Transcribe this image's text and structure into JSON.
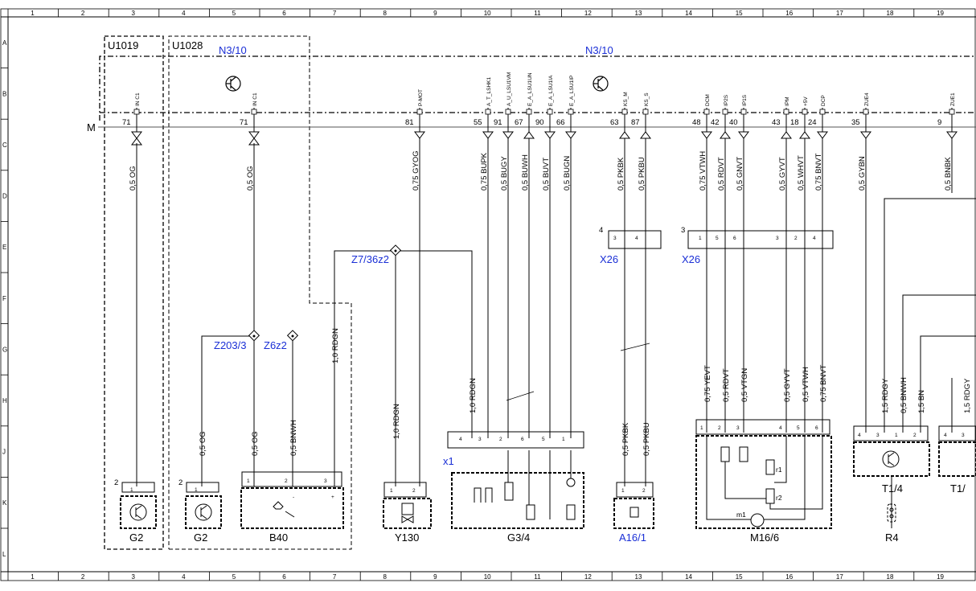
{
  "ruler_columns": [
    "1",
    "2",
    "3",
    "4",
    "5",
    "6",
    "7",
    "8",
    "9",
    "10",
    "11",
    "12",
    "13",
    "14",
    "15",
    "16",
    "17",
    "18",
    "19"
  ],
  "ruler_rows": [
    "A",
    "B",
    "C",
    "D",
    "E",
    "F",
    "G",
    "H",
    "J",
    "K",
    "L"
  ],
  "bus_label": "M",
  "module_labels": {
    "u1019": "U1019",
    "u1028": "U1028",
    "n3_left": "N3/10",
    "n3_right": "N3/10"
  },
  "connectors": [
    {
      "pin": "71",
      "signal": "IN C1",
      "wire": "0,5 OG"
    },
    {
      "pin": "71",
      "signal": "IN C1",
      "wire": "0,5 OG"
    },
    {
      "pin": "81",
      "signal": "P-MOT",
      "wire": "0,75 GYOG"
    },
    {
      "pin": "55",
      "signal": "A_T_LSHK1",
      "wire": "0,75 BUPK"
    },
    {
      "pin": "91",
      "signal": "A_U_LSU1VM",
      "wire": "0,5 BUGY"
    },
    {
      "pin": "67",
      "signal": "E_A_LSU1UN",
      "wire": "0,5 BUWH"
    },
    {
      "pin": "90",
      "signal": "E_A_LSU1IA",
      "wire": "0,5 BUVT"
    },
    {
      "pin": "66",
      "signal": "E_A_LSU1IP",
      "wire": "0,5 BUGN"
    },
    {
      "pin": "63",
      "signal": "KS_M",
      "wire": "0,5 PKBK"
    },
    {
      "pin": "87",
      "signal": "KS_S",
      "wire": "0,5 PKBU"
    },
    {
      "pin": "48",
      "signal": "DCM",
      "wire": "0,75 VTWH"
    },
    {
      "pin": "42",
      "signal": "IP2S",
      "wire": "0,5 RDVT"
    },
    {
      "pin": "40",
      "signal": "IP1S",
      "wire": "0,5 GNVT"
    },
    {
      "pin": "43",
      "signal": "IPM",
      "wire": "0,5 GYVT"
    },
    {
      "pin": "18",
      "signal": "+5V",
      "wire": "0,5 WHVT"
    },
    {
      "pin": "24",
      "signal": "DCP",
      "wire": "0,75 BNVT"
    },
    {
      "pin": "35",
      "signal": "ZUE4",
      "wire": "0,5 GYBN"
    },
    {
      "pin": "9",
      "signal": "ZUE1",
      "wire": "0,5 BNBK"
    }
  ],
  "splices": {
    "z7": "Z7/36z2",
    "z203": "Z203/3",
    "z6": "Z6z2"
  },
  "wires": {
    "rdgn_z7_left": "1,0 RDGN",
    "rdgn_y130": "1,0 RDGN",
    "rdgn_x1": "1,0 RDGN",
    "og_g2b": "0,5 OG",
    "og_b40": "0,5 OG",
    "bnwh_b40": "0,5 BNWH",
    "pkbk_lower": "0,5 PKBK",
    "pkbu_lower": "0,5 PKBU",
    "yevt": "0,75 YEVT",
    "rdvt": "0,5 RDVT",
    "vtgn": "0,5 VTGN",
    "gyvt": "0,5 GYVT",
    "vtwh": "0,5 VTWH",
    "bnvt": "0,75 BNVT",
    "rdgy": "1,5 RDGY",
    "bnwh_t": "0,5 BNWH",
    "bn_t": "1,5 BN",
    "rdgy_cut": "1,5 RDGY"
  },
  "x26_labels": [
    "X26",
    "X26"
  ],
  "x26_numbers": [
    "4",
    "3"
  ],
  "x1_label": "x1",
  "components": {
    "g2_a": "G2",
    "g2_b": "G2",
    "b40": "B40",
    "y130": "Y130",
    "g34": "G3/4",
    "a161": "A16/1",
    "m166": "M16/6",
    "t14": "T1/4",
    "t1cut": "T1/",
    "r4": "R4",
    "m1": "m1",
    "r1": "r1",
    "r2": "r2"
  },
  "pin_numbers": {
    "g2a_num": "2",
    "g2a_pin": "1",
    "g2b_num": "2",
    "g2b_pin": "1",
    "b40_p1": "1",
    "b40_p2": "2",
    "b40_p3": "3",
    "b40_plus": "+",
    "b40_minus": "-",
    "y130_p1": "1",
    "y130_p2": "2",
    "x26a_3": "3",
    "x26a_4": "4",
    "x26b_1": "1",
    "x26b_5": "5",
    "x26b_6": "6",
    "x26b_3": "3",
    "x26b_2": "2",
    "x26b_4": "4",
    "x1_4": "4",
    "x1_3": "3",
    "x1_2": "2",
    "x1_6": "6",
    "x1_5": "5",
    "x1_1": "1",
    "a16_1": "1",
    "a16_2": "2",
    "m16_1": "1",
    "m16_2": "2",
    "m16_3": "3",
    "m16_4": "4",
    "m16_5": "5",
    "m16_6": "6",
    "t14_4": "4",
    "t14_3": "3",
    "t14_1": "1",
    "t14_2": "2",
    "t1c_4": "4",
    "t1c_3": "3"
  },
  "colors": {
    "blue_label": "#1a2fd6",
    "line": "#000000",
    "frame": "#000000"
  }
}
